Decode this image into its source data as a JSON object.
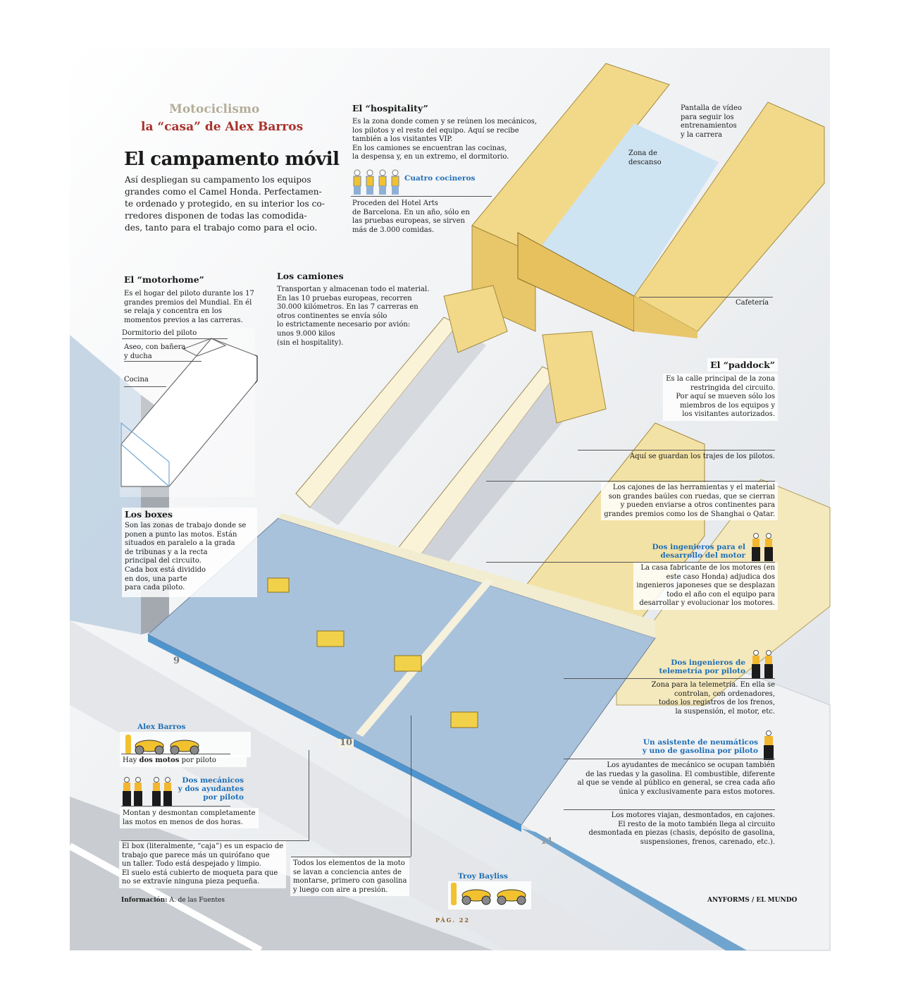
{
  "header": {
    "kicker": "Motociclismo",
    "subtitle": "la “casa” de Alex Barros",
    "title": "El campamento móvil",
    "intro": "Así despliegan su campamento los equipos\ngrandes como el Camel Honda. Perfectamen-\nte ordenado y protegido, en su interior los co-\nrredores disponen de todas las comodida-\ndes, tanto para el trabajo como para el ocio."
  },
  "hospitality": {
    "title": "El “hospitality”",
    "text": "Es la zona donde comen y se reúnen los mecánicos,\nlos pilotos y el resto del equipo. Aquí se recibe\ntambién a los visitantes VIP.\nEn los camiones se encuentran las cocinas,\nla despensa y, en un extremo, el dormitorio.",
    "cooks_label": "Cuatro cocineros",
    "cooks_text": "Proceden del Hotel Arts\nde Barcelona. En un año, sólo en\nlas pruebas europeas, se sirven\nmás de 3.000 comidas.",
    "video_label": "Pantalla de vídeo\npara seguir los\nentrenamientos\ny la carrera",
    "rest_label": "Zona de\ndescanso",
    "cafe_label": "Cafetería"
  },
  "motorhome": {
    "title": "El “motorhome”",
    "text": "Es el hogar del piloto durante los 17\ngrandes premios del Mundial. En él\nse relaja y concentra en los\nmomentos previos a las carreras.",
    "bedroom": "Dormitorio del piloto",
    "bath": "Aseo, con bañera\ny ducha",
    "kitchen": "Cocina"
  },
  "trucks": {
    "title": "Los camiones",
    "text": "Transportan y almacenan todo el material.\nEn las 10 pruebas europeas, recorren\n30.000 kilómetros. En las 7 carreras en\notros continentes se envía sólo\nlo estrictamente necesario por avión:\nunos 9.000 kilos\n(sin el hospitality)."
  },
  "paddock": {
    "title": "El “paddock”",
    "text": "Es la calle principal de la zona\nrestringida del circuito.\nPor aquí se mueven sólo los\nmiembros de los equipos y\nlos visitantes autorizados."
  },
  "notes": {
    "suits": "Aquí se guardan los trajes de los pilotos.",
    "crates": "Los cajones de las herramientas y el material\nson grandes baúles con ruedas, que se cierran\ny pueden enviarse a otros continentes para\ngrandes premios como los de Shanghai o Qatar.",
    "engine_eng_label": "Dos ingenieros para el\ndesarrollo del motor",
    "engine_eng_text": "La casa fabricante de los motores (en\neste caso Honda) adjudica dos\ningenieros japoneses que se desplazan\ntodo el año con el equipo para\ndesarrollar y evolucionar los motores.",
    "telemetry_label": "Dos ingenieros de\ntelemetría por piloto",
    "telemetry_text": "Zona para la telemetría. En ella se\ncontrolan, con ordenadores,\ntodos los registros de los frenos,\nla suspensión, el motor, etc.",
    "tyres_label": "Un asistente de neumáticos\ny uno de gasolina por piloto",
    "tyres_text": "Los ayudantes de mecánico se ocupan también\nde las ruedas y la gasolina. El combustible, diferente\nal que se vende al público en general, se crea cada año\núnica y exclusivamente para estos motores.",
    "engines_text": "Los motores viajan, desmontados, en cajones.\nEl resto de la moto también llega al circuito\ndesmontada en piezas (chasis, depósito de gasolina,\nsuspensiones, frenos, carenado, etc.).",
    "wash_text": "Todos los elementos de la moto\nse lavan a conciencia antes de\nmontarse, primero con gasolina\ny luego con aire a presión.",
    "box_text": "El box (literalmente, “caja”) es un espacio de\ntrabajo que parece más un quirófano que\nun taller. Todo está despejado y limpio.\nEl suelo está cubierto de moqueta para que\nno se extravíe ninguna pieza pequeña."
  },
  "boxes": {
    "title": "Los boxes",
    "text": "Son las zonas de trabajo donde se\nponen a punto las motos. Están\nsituados en paralelo a la grada\nde tribunas y a la recta\nprincipal del circuito.\nCada box está dividido\nen dos, una parte\npara cada piloto.",
    "box_numbers": [
      "9",
      "10",
      "11"
    ]
  },
  "riders": {
    "barros": "Alex Barros",
    "bikes_pre": "Hay ",
    "bikes_bold": "dos motos",
    "bikes_post": " por piloto",
    "mechanics_label": "Dos mecánicos\ny dos ayudantes\npor piloto",
    "mechanics_text": "Montan y desmontan completamente\nlas motos en menos de dos horas.",
    "bayliss": "Troy Bayliss"
  },
  "footer": {
    "info_label": "Información:",
    "info_value": " A. de las Fuentes",
    "credit_a": "ANYFORMS / ",
    "credit_b": "EL MUNDO",
    "page": "PÁG. 22"
  },
  "colors": {
    "accent_red": "#a8312b",
    "kicker": "#b5ad98",
    "blue": "#1f6fb5",
    "truck_yellow": "#f2d98a",
    "floor_blue": "#a9c2dc"
  }
}
